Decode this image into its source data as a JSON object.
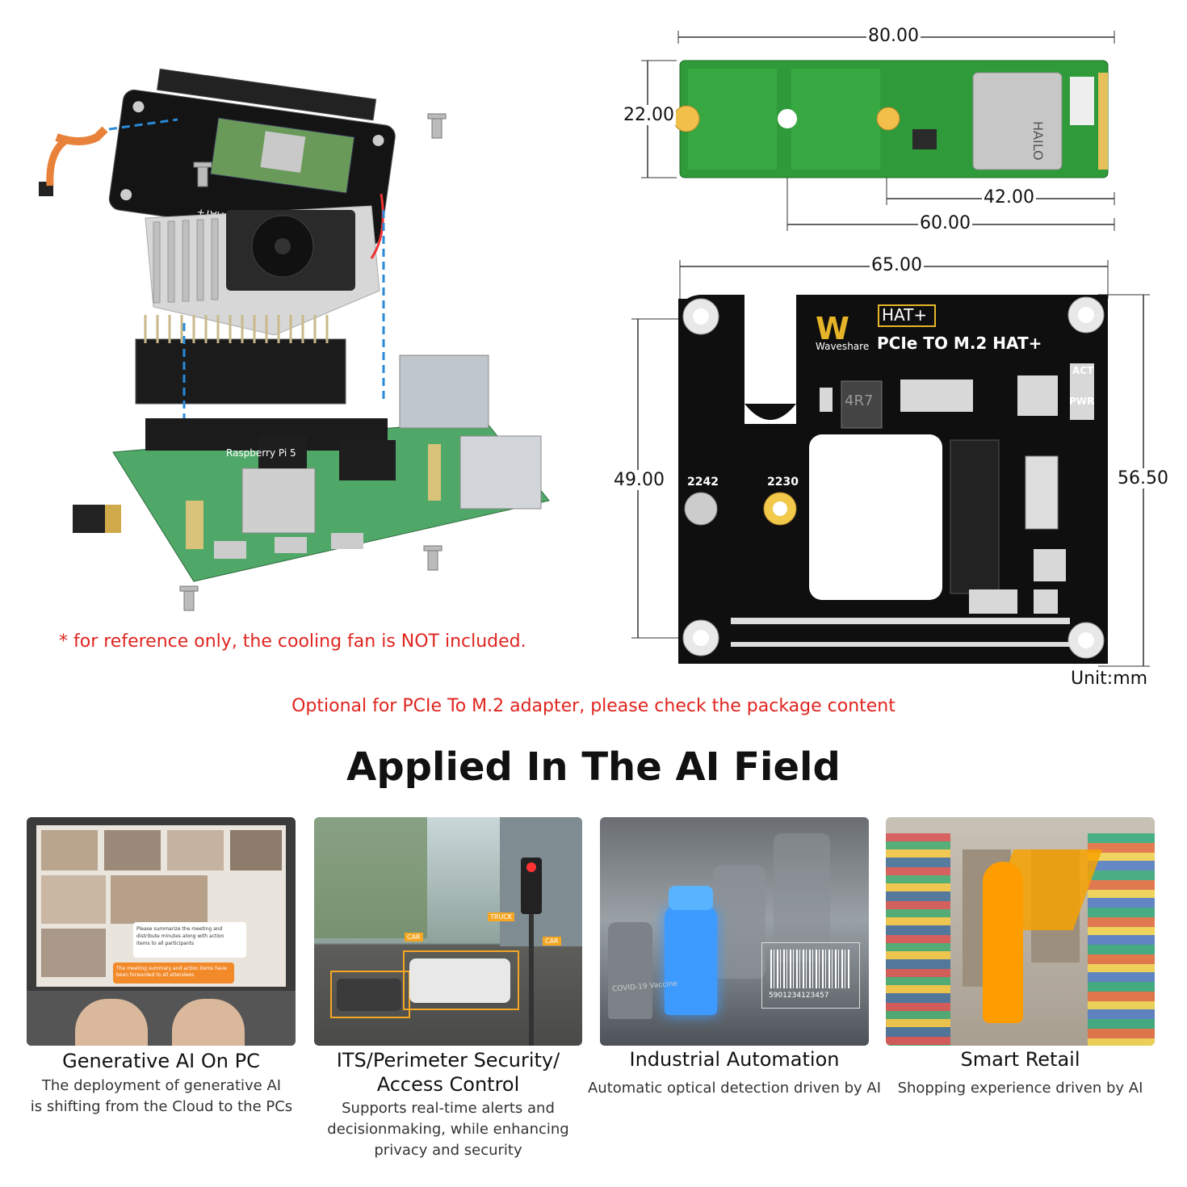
{
  "assembly": {
    "note": "* for reference only, the cooling fan is NOT included.",
    "board_label": "PCIe TO M.2 HAT+",
    "pi_label": "Raspberry Pi 5"
  },
  "m2_card": {
    "dims": {
      "length": "80.00",
      "width": "22.00",
      "len_42": "42.00",
      "len_60": "60.00"
    },
    "chip_label": "HAILO"
  },
  "hat_board": {
    "dims": {
      "width": "65.00",
      "height_49": "49.00",
      "height_56": "56.50"
    },
    "brand": "Waveshare",
    "badge": "HAT+",
    "title": "PCIe TO M.2 HAT+",
    "led_act": "ACT",
    "led_pwr": "PWR",
    "mount_2242": "2242",
    "mount_2230": "2230",
    "inductor": "4R7",
    "unit": "Unit:mm"
  },
  "optional_note": "Optional for PCIe To M.2 adapter, please check the package content",
  "section_title": "Applied In The AI Field",
  "applications": [
    {
      "title": "Generative AI On PC",
      "desc_lines": [
        "The deployment of generative AI",
        "is shifting from the Cloud to the PCs"
      ],
      "overlay": [
        "Please summarize the meeting and",
        "distribute minutes along with action",
        "items to all participants"
      ],
      "overlay2": "The meeting summary and action items have been forwarded to all attendees"
    },
    {
      "title_lines": [
        "ITS/Perimeter Security/",
        "Access Control"
      ],
      "desc_lines": [
        "Supports real-time alerts and",
        "decisionmaking, while enhancing",
        "privacy and security"
      ],
      "tags": [
        "CAR",
        "TRUCK",
        "CAR"
      ]
    },
    {
      "title": "Industrial Automation",
      "desc_lines": [
        "Automatic optical detection driven by AI"
      ],
      "barcode": "5901234123457",
      "vial_text": "COVID-19 Vaccine"
    },
    {
      "title": "Smart Retail",
      "desc_lines": [
        "Shopping experience driven by AI"
      ]
    }
  ]
}
